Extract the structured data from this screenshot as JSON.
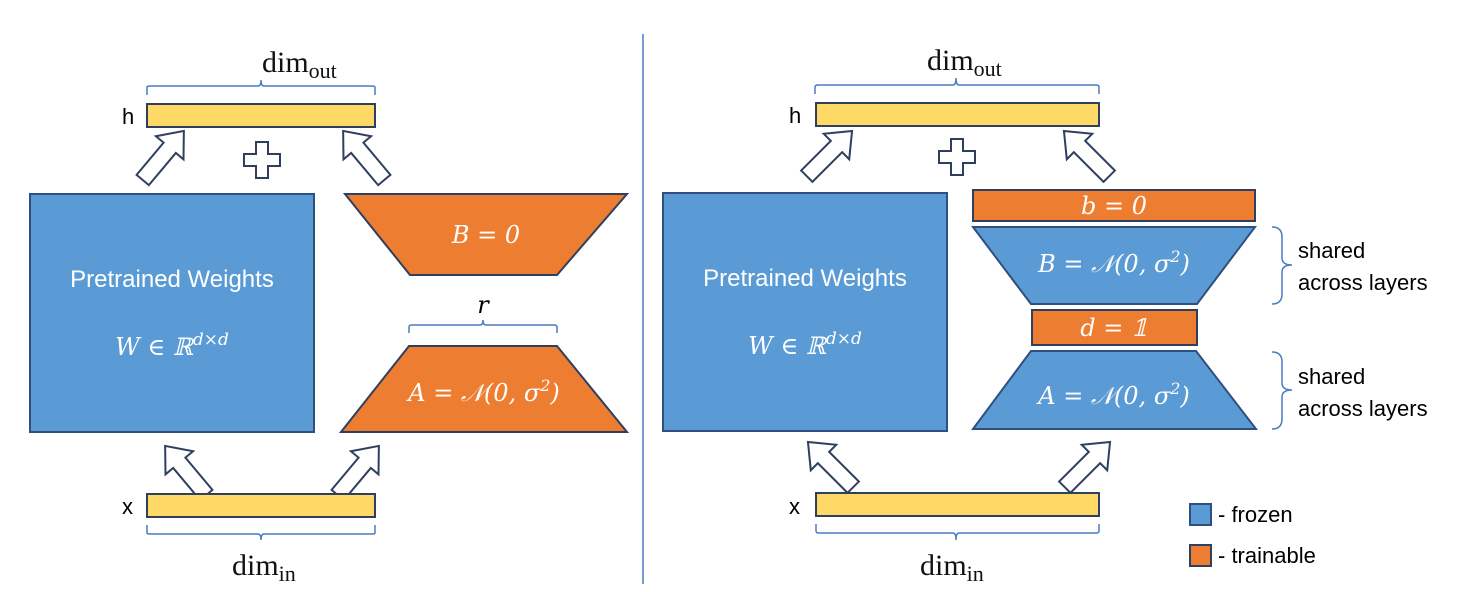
{
  "colors": {
    "frozen": "#5b9bd5",
    "trainable": "#ed7d31",
    "vector": "#ffd966",
    "divider": "#4a7bc4"
  },
  "left_panel": {
    "output_vector_label": "h",
    "input_vector_label": "x",
    "dim_out": {
      "base": "dim",
      "sub": "out"
    },
    "dim_in": {
      "base": "dim",
      "sub": "in"
    },
    "pretrained_title": "Pretrained Weights",
    "pretrained_formula": "W ∈ ℝ",
    "pretrained_formula_sup": "d×d",
    "B_label": "B = 0",
    "A_label": "A = 𝒩(0, σ",
    "A_label_sup": "2",
    "A_label_end": ")",
    "rank_label": "r"
  },
  "right_panel": {
    "output_vector_label": "h",
    "input_vector_label": "x",
    "dim_out": {
      "base": "dim",
      "sub": "out"
    },
    "dim_in": {
      "base": "dim",
      "sub": "in"
    },
    "pretrained_title": "Pretrained Weights",
    "pretrained_formula": "W ∈ ℝ",
    "pretrained_formula_sup": "d×d",
    "b_label": "b = 0",
    "B_label": "B = 𝒩(0, σ",
    "B_label_sup": "2",
    "B_label_end": ")",
    "d_label": "d = 𝟙",
    "A_label": "A = 𝒩(0, σ",
    "A_label_sup": "2",
    "A_label_end": ")",
    "shared_B": {
      "line1": "shared",
      "line2": "across layers"
    },
    "shared_A": {
      "line1": "shared",
      "line2": "across layers"
    }
  },
  "legend": {
    "items": [
      {
        "label": "- frozen",
        "color": "#5b9bd5"
      },
      {
        "label": "- trainable",
        "color": "#ed7d31"
      }
    ]
  }
}
